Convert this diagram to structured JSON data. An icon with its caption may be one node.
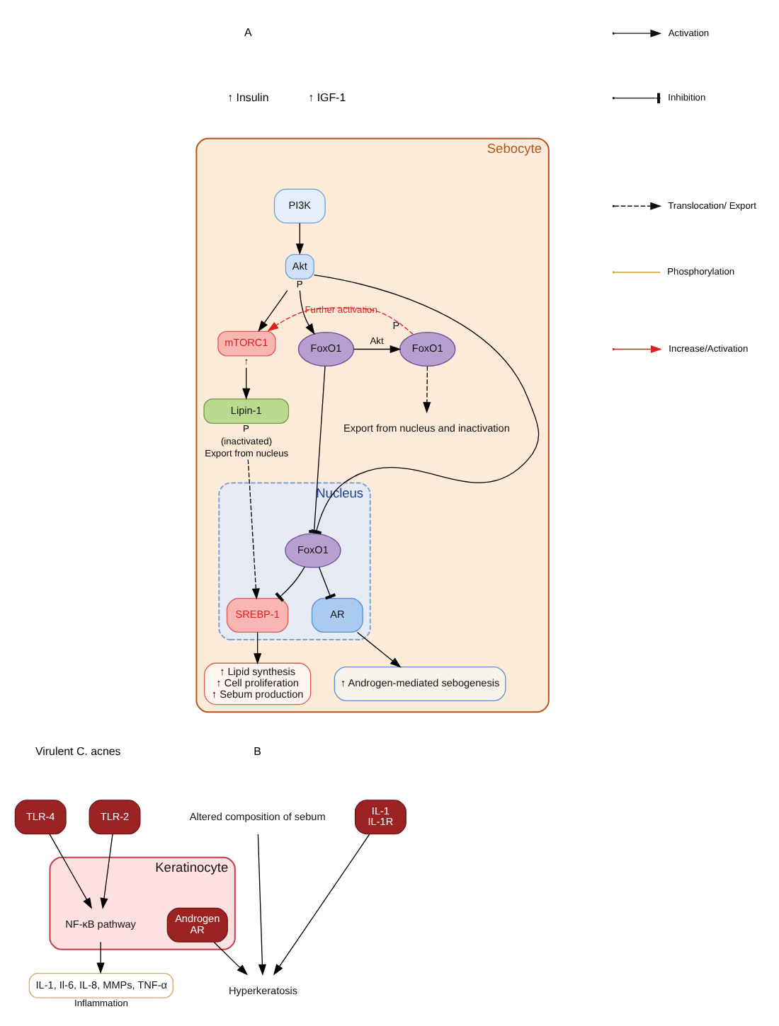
{
  "diagram": {
    "nodes": [
      {
        "text": [
          "Sebocyte"
        ]
      },
      {
        "text": [
          "PI3K"
        ],
        "in": 0
      },
      {
        "text": [
          "Akt"
        ],
        "in": 0,
        "beside": [
          "P"
        ]
      },
      {
        "text": [
          "mTORC1"
        ],
        "in": 0,
        "beside": [
          "↑"
        ]
      },
      {
        "text": [
          "Lipin-1"
        ],
        "in": 0,
        "beside": [
          "P",
          "(inactivated)",
          "Export from nucleus"
        ]
      },
      {
        "text": [
          "FoxO1"
        ],
        "in": 0
      },
      {
        "text": [
          "FoxO1"
        ],
        "in": 0,
        "beside": [
          "P"
        ]
      },
      {
        "text": [
          "Export from nucleus and inactivation"
        ],
        "in": 0
      },
      {
        "text": [
          "Nucleus"
        ],
        "in": 0
      },
      {
        "text": [
          "FoxO1"
        ],
        "in": 8
      },
      {
        "text": [
          "SREBP-1"
        ],
        "in": 8
      },
      {
        "text": [
          "AR"
        ],
        "in": 8
      },
      {
        "text": [
          "↑ Lipid synthesis",
          "↑ Cell proliferation",
          "↑ Sebum production"
        ],
        "in": 0
      },
      {
        "text": [
          "↑ Androgen-mediated sebogenesis"
        ],
        "in": 0
      },
      {
        "text": [
          "Keratinocyte"
        ]
      },
      {
        "text": [
          "Altered composition of sebum"
        ]
      },
      {
        "text": [
          "Androgen",
          "AR"
        ],
        "in": 14
      },
      {
        "text": [
          "IL-1",
          "IL-1R"
        ]
      },
      {
        "text": [
          "TLR-2"
        ]
      },
      {
        "text": [
          "TLR-4"
        ]
      },
      {
        "text": [
          "NF-κB pathway"
        ],
        "in": 14
      },
      {
        "text": [
          "Hyperkeratosis"
        ]
      },
      {
        "text": [
          "IL-1, Il-6, IL-8, MMPs, TNF-α"
        ],
        "beside": [
          "Inflammation"
        ]
      }
    ],
    "edges": [
      {
        "from": 1,
        "to": 2,
        "arrow": "to"
      },
      {
        "from": 2,
        "to": 3,
        "arrow": "to"
      },
      {
        "from": 2,
        "to": 5,
        "arrow": "to"
      },
      {
        "from": 5,
        "to": 6,
        "arrow": "to",
        "label": "Akt"
      },
      {
        "from": 6,
        "to": 3,
        "arrow": "to",
        "style": "dashed",
        "color": "#e02020",
        "label": "Further activation"
      },
      {
        "from": 6,
        "to": 7,
        "arrow": "to",
        "style": "dashed"
      },
      {
        "from": 2,
        "to": 9,
        "arrow": "other"
      },
      {
        "from": 5,
        "to": 9,
        "arrow": "other"
      },
      {
        "from": 3,
        "to": 4,
        "arrow": "to"
      },
      {
        "from": 4,
        "to": 10,
        "arrow": "to",
        "style": "dashed"
      },
      {
        "from": 9,
        "to": 10,
        "arrow": "other"
      },
      {
        "from": 9,
        "to": 11,
        "arrow": "other"
      },
      {
        "from": 10,
        "to": 12,
        "arrow": "to"
      },
      {
        "from": 11,
        "to": 13,
        "arrow": "to"
      },
      {
        "from": 15,
        "to": 21,
        "arrow": "to"
      },
      {
        "from": 16,
        "to": 21,
        "arrow": "to"
      },
      {
        "from": 17,
        "to": 21,
        "arrow": "to"
      },
      {
        "from": 18,
        "to": 20,
        "arrow": "to"
      },
      {
        "from": 19,
        "to": 20,
        "arrow": "to"
      },
      {
        "from": 20,
        "to": 22,
        "arrow": "to"
      }
    ],
    "labels": [
      "A",
      "↑ Insulin",
      "↑ IGF-1",
      "B",
      "Virulent C. acnes"
    ],
    "legend": [
      {
        "text": "Activation"
      },
      {
        "text": "Inhibition"
      },
      {
        "text": "Translocation/ Export"
      },
      {
        "text": "Phosphorylation"
      },
      {
        "text": "Increase/Activation"
      }
    ]
  }
}
